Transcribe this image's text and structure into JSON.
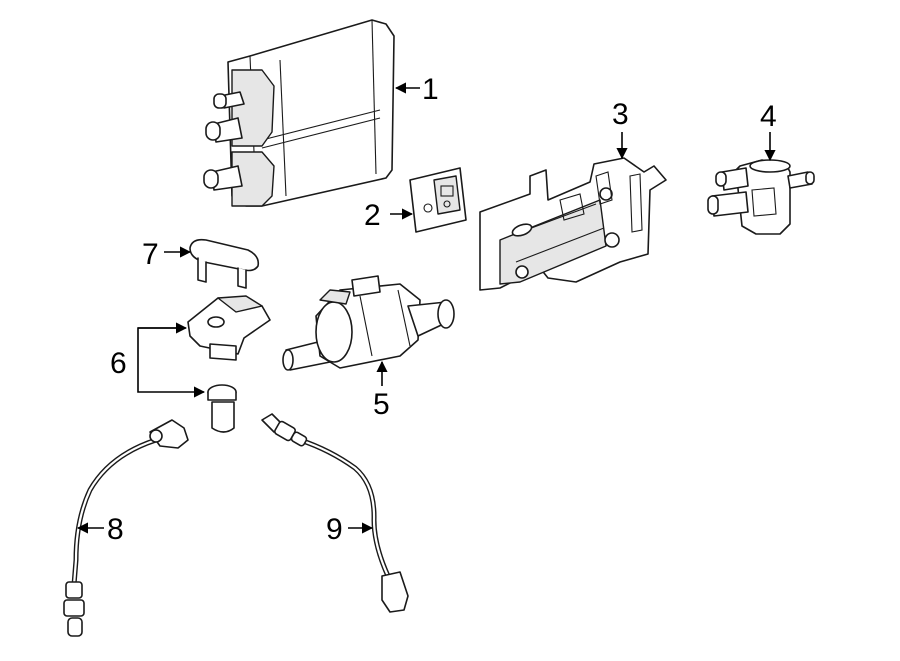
{
  "callouts": [
    {
      "label": "1"
    },
    {
      "label": "2"
    },
    {
      "label": "3"
    },
    {
      "label": "4"
    },
    {
      "label": "5"
    },
    {
      "label": "6"
    },
    {
      "label": "7"
    },
    {
      "label": "8"
    },
    {
      "label": "9"
    }
  ],
  "colors": {
    "line": "#1a1a1a",
    "fill": "#ffffff",
    "shade": "#e6e6e6"
  }
}
